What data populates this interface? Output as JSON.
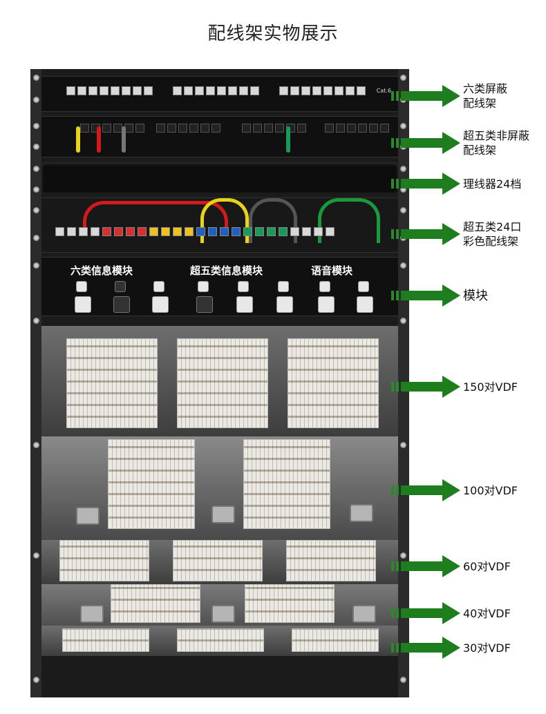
{
  "title": "配线架实物展示",
  "rack": {
    "cat6_tag": "Cat.6",
    "module_labels": [
      "六类信息模块",
      "超五类信息模块",
      "语音模块"
    ]
  },
  "callouts": [
    {
      "text": "六类屏蔽\n配线架",
      "line1": "六类屏蔽",
      "line2": "配线架"
    },
    {
      "text": "超五类非屏蔽\n配线架",
      "line1": "超五类非屏蔽",
      "line2": "配线架"
    },
    {
      "text": "理线器24档",
      "line1": "理线器24档",
      "line2": ""
    },
    {
      "text": "超五类24口\n彩色配线架",
      "line1": "超五类24口",
      "line2": "彩色配线架"
    },
    {
      "text": "模块",
      "line1": "模块",
      "line2": ""
    },
    {
      "text": "150对VDF",
      "line1": "150对VDF",
      "line2": ""
    },
    {
      "text": "100对VDF",
      "line1": "100对VDF",
      "line2": ""
    },
    {
      "text": "60对VDF",
      "line1": "60对VDF",
      "line2": ""
    },
    {
      "text": "40对VDF",
      "line1": "40对VDF",
      "line2": ""
    },
    {
      "text": "30对VDF",
      "line1": "30对VDF",
      "line2": ""
    }
  ],
  "colors": {
    "arrow": "#1e7e1e",
    "rack": "#1b1b1b"
  }
}
